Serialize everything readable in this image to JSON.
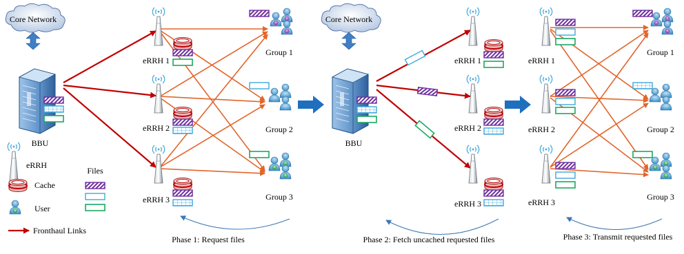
{
  "cloud_label": "Core Network",
  "bbu_label": "BBU",
  "errh_labels": [
    "eRRH 1",
    "eRRH 2",
    "eRRH 3"
  ],
  "group_labels": [
    "Group 1",
    "Group 2",
    "Group 3"
  ],
  "legend": {
    "errh": "eRRH",
    "cache": "Cache",
    "user": "User",
    "fronthaul": "Fronthaul Links",
    "files": "Files"
  },
  "phases": {
    "p1": "Phase 1: Request files",
    "p2": "Phase 2: Fetch uncached requested files",
    "p3": "Phase 3: Transmit requested files"
  },
  "colors": {
    "fronthaul": "#c00000",
    "request": "#e2652a",
    "file_purple": "#7030a0",
    "file_blue": "#3fa9dc",
    "file_green": "#1aa860",
    "arrow_blue": "#1f6fbf"
  }
}
